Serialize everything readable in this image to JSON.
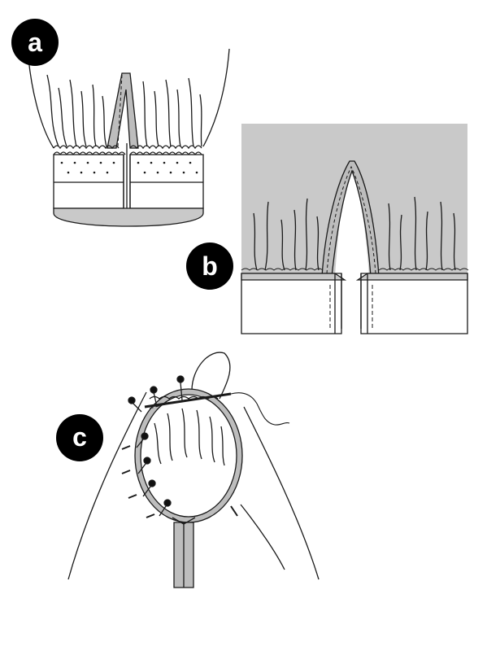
{
  "steps": [
    {
      "id": "a",
      "label": "a"
    },
    {
      "id": "b",
      "label": "b"
    },
    {
      "id": "c",
      "label": "c"
    }
  ],
  "colors": {
    "badge": "#000000",
    "badge_text": "#ffffff",
    "panel_gray": "#c9c9c9",
    "fabric_gray": "#bdbdbd",
    "line": "#1a1a1a",
    "paper": "#ffffff"
  }
}
